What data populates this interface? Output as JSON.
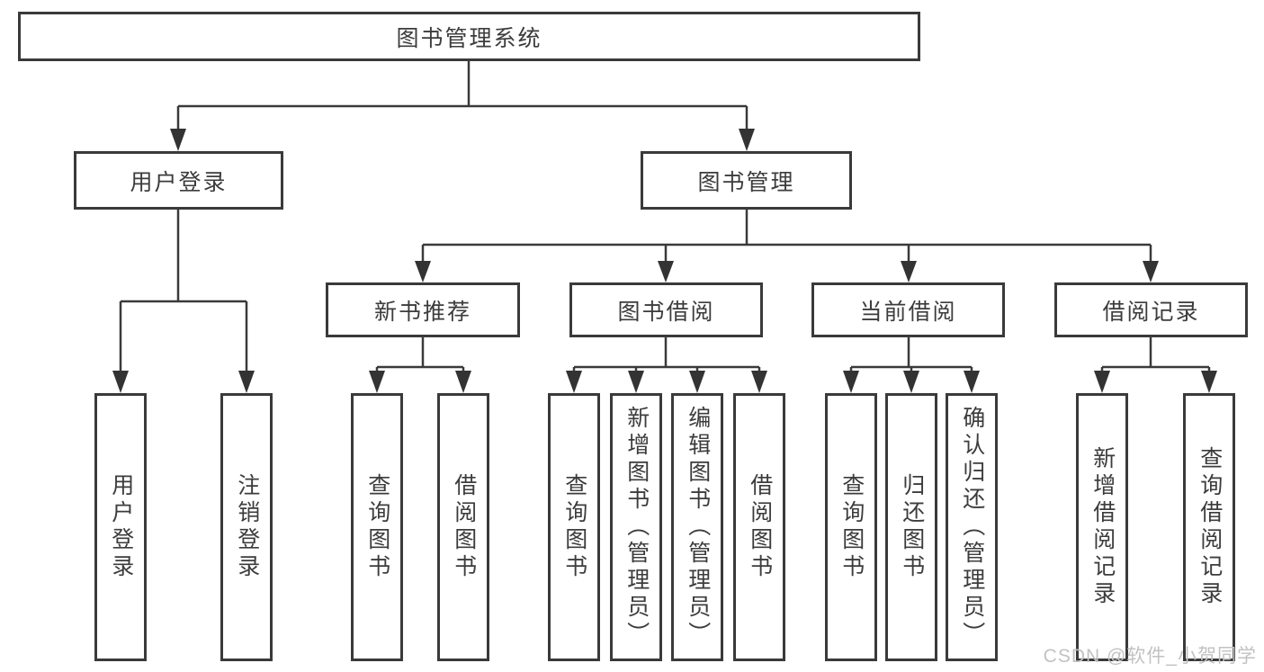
{
  "diagram": {
    "root": {
      "label": "图书管理系统",
      "children": [
        {
          "label": "用户登录",
          "children": [
            {
              "label": "用户登录"
            },
            {
              "label": "注销登录"
            }
          ]
        },
        {
          "label": "图书管理",
          "children": [
            {
              "label": "新书推荐",
              "children": [
                {
                  "label": "查询图书"
                },
                {
                  "label": "借阅图书"
                }
              ]
            },
            {
              "label": "图书借阅",
              "children": [
                {
                  "label": "查询图书"
                },
                {
                  "label": "新增图书（管理员）"
                },
                {
                  "label": "编辑图书（管理员）"
                },
                {
                  "label": "借阅图书"
                }
              ]
            },
            {
              "label": "当前借阅",
              "children": [
                {
                  "label": "查询图书"
                },
                {
                  "label": "归还图书"
                },
                {
                  "label": "确认归还（管理员）"
                }
              ]
            },
            {
              "label": "借阅记录",
              "children": [
                {
                  "label": "新增借阅记录"
                },
                {
                  "label": "查询借阅记录"
                }
              ]
            }
          ]
        }
      ]
    },
    "watermark": "CSDN @软件_小贺同学",
    "colors": {
      "line": "#3a3a3a",
      "arrow": "#333333",
      "text": "#3c3c3c",
      "background": "#ffffff",
      "watermark": "#c2c2c2"
    }
  }
}
